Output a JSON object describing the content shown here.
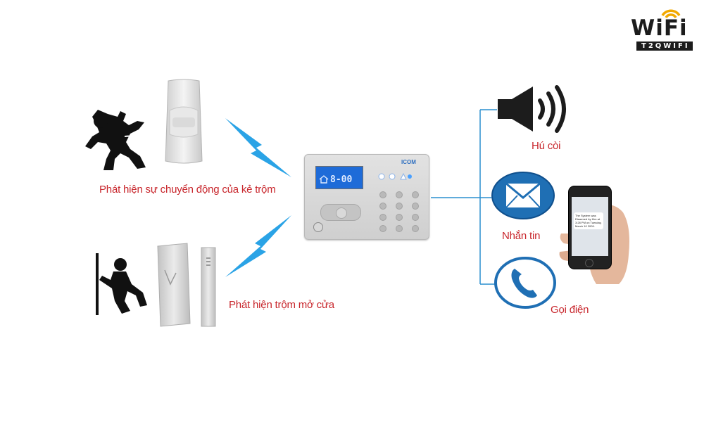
{
  "logo": {
    "wordmark": "WiFi",
    "subtitle": "T2QWIFI"
  },
  "inputs": {
    "motion_label": "Phát hiện sự chuyển động của kẻ trộm",
    "door_label": "Phát hiện trộm mở cửa"
  },
  "panel": {
    "brand": "ICOM",
    "display": "8-00"
  },
  "outputs": {
    "siren_label": "Hú còi",
    "sms_label": "Nhắn tin",
    "call_label": "Gọi điện"
  },
  "phone": {
    "sms_text": "The System was Disarmed by Kim at 3:28 PM on Tuesday, March 10 2009."
  },
  "colors": {
    "label_red": "#c8262c",
    "line_blue": "#2a8fcf",
    "icon_blue": "#1f6fb4",
    "bolt_blue": "#2aa3e6"
  }
}
